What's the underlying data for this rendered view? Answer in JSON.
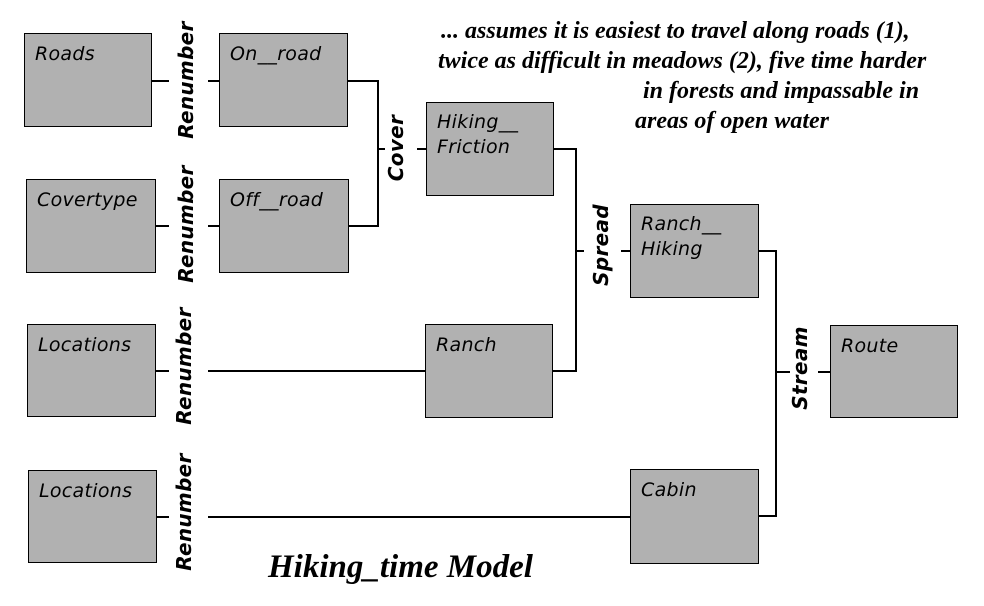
{
  "title": "Hiking_time Model",
  "annotation": {
    "line1": "... assumes it is easiest to travel along roads (1),",
    "line2": "twice as difficult in meadows (2), five time harder",
    "line3": "in forests and impassable in",
    "line4": "areas of open water"
  },
  "boxes": {
    "roads": {
      "label": "Roads"
    },
    "on_road": {
      "label": "On__road"
    },
    "covertype": {
      "label": "Covertype"
    },
    "off_road": {
      "label": "Off__road"
    },
    "hiking_friction": {
      "line1": "Hiking__",
      "line2": "Friction"
    },
    "locations_upper": {
      "label": "Locations"
    },
    "ranch": {
      "label": "Ranch"
    },
    "ranch_hiking": {
      "line1": "Ranch__",
      "line2": "Hiking"
    },
    "locations_lower": {
      "label": "Locations"
    },
    "cabin": {
      "label": "Cabin"
    },
    "route": {
      "label": "Route"
    }
  },
  "operations": {
    "renumber_roads": "Renumber",
    "renumber_covertype": "Renumber",
    "renumber_locations_upper": "Renumber",
    "renumber_locations_lower": "Renumber",
    "cover": "Cover",
    "spread": "Spread",
    "stream": "Stream"
  },
  "colors": {
    "box_fill": "#b1b1b1",
    "box_border": "#000000",
    "connector": "#000000",
    "text": "#000000",
    "background": "#ffffff"
  }
}
